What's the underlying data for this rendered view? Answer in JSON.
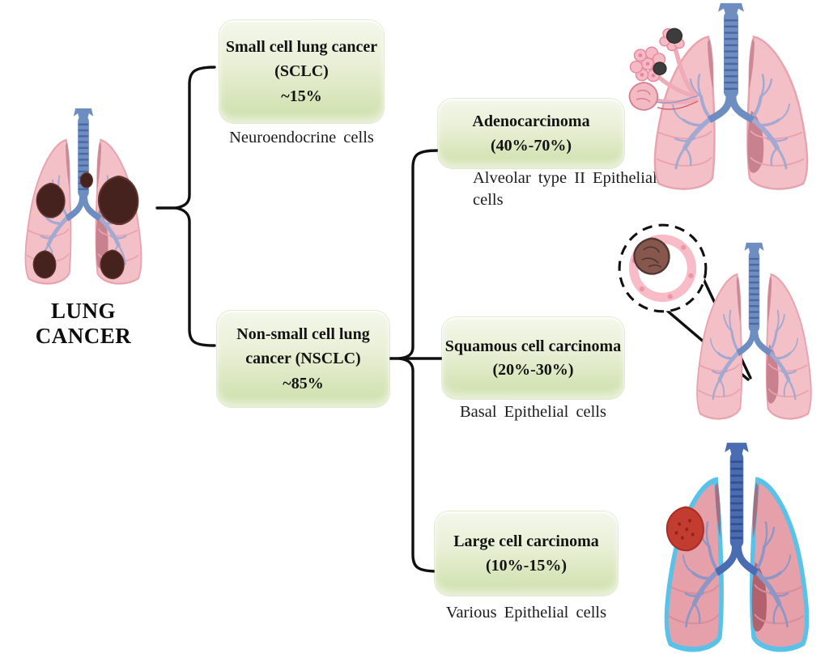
{
  "root": {
    "label": "LUNG CANCER"
  },
  "nodes": {
    "sclc": {
      "title": "Small cell lung cancer (SCLC)",
      "share": "~15%",
      "origin": "Neuroendocrine cells"
    },
    "nsclc": {
      "title": "Non-small cell lung cancer (NSCLC)",
      "share": "~85%"
    },
    "adeno": {
      "title": "Adenocarcinoma",
      "share": "(40%-70%)",
      "origin": "Alveolar type II Epithelial cells"
    },
    "squamous": {
      "title": "Squamous cell carcinoma",
      "share": "(20%-30%)",
      "origin": "Basal Epithelial cells"
    },
    "large": {
      "title": "Large cell carcinoma",
      "share": "(10%-15%)",
      "origin": "Various Epithelial cells"
    }
  },
  "illustrations": {
    "lung_cancer": "lungs-with-multiple-dark-tumors",
    "adenocarcinoma": "lungs-with-alveolar-sac-clusters-and-tumors",
    "squamous": "lungs-with-bronchus-cross-section-tumor-inset",
    "large_cell": "blue-outlined-lungs-with-red-tumor"
  },
  "colors": {
    "node_gradient_top": "#f4f7ea",
    "node_gradient_bottom": "#cddfa9",
    "connector_line": "#101010",
    "lungs_pink": "#f4c0c7",
    "lungs_rose": "#e19b93",
    "lungs_outline_cyan": "#58c2e8",
    "trachea_blue": "#6e8dc1",
    "trachea_grey_green": "#8ca9a2",
    "tumor_dark": "#45221e",
    "tumor_red": "#c23c2f",
    "tumor_brown": "#87574d"
  }
}
